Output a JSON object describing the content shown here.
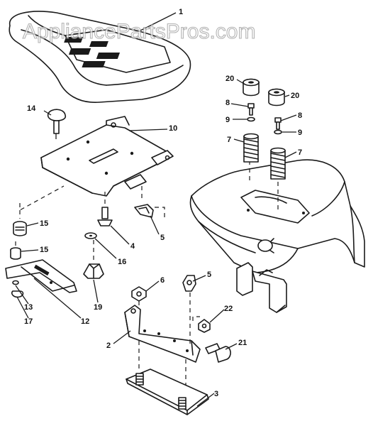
{
  "watermark": "AppliancePartsPros.com",
  "callouts": {
    "c1": "1",
    "c14": "14",
    "c10": "10",
    "c15a": "15",
    "c15b": "15",
    "c4": "4",
    "c5a": "5",
    "c5b": "5",
    "c16": "16",
    "c12": "12",
    "c13": "13",
    "c17": "17",
    "c19": "19",
    "c6": "6",
    "c2": "2",
    "c22": "22",
    "c21": "21",
    "c3": "3",
    "c20a": "20",
    "c20b": "20",
    "c8a": "8",
    "c8b": "8",
    "c9a": "9",
    "c9b": "9",
    "c7a": "7",
    "c7b": "7"
  }
}
